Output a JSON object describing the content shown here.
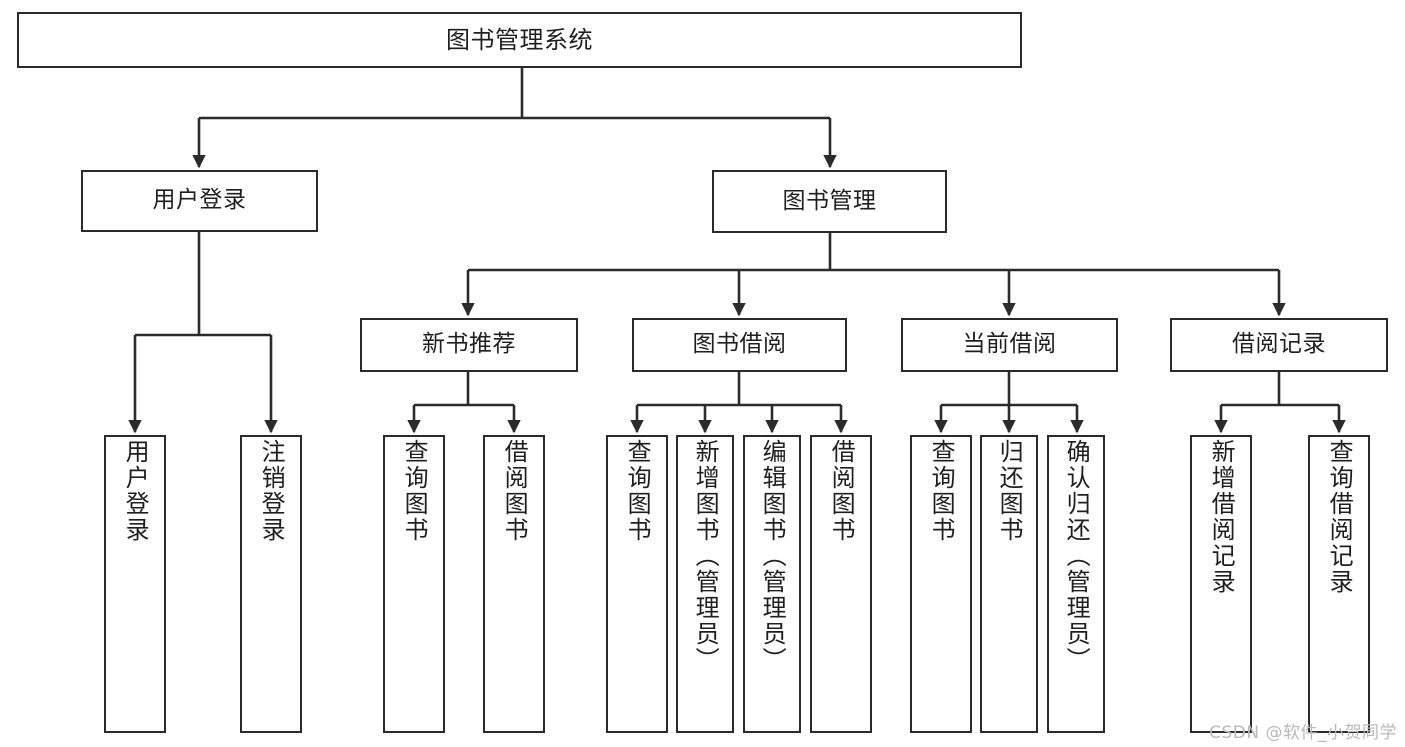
{
  "diagram": {
    "type": "tree",
    "title": "图书管理系统",
    "watermark": "CSDN @软件_小贺同学",
    "colors": {
      "stroke": "#2b2b2b",
      "fill": "#ffffff",
      "text": "#1f1f1f",
      "watermark": "#b9b9b9"
    },
    "nodes": {
      "root": {
        "label": "图书管理系统"
      },
      "level1": [
        {
          "id": "user-login",
          "label": "用户登录"
        },
        {
          "id": "book-manage",
          "label": "图书管理"
        }
      ],
      "level2": [
        {
          "id": "new-book-recommend",
          "label": "新书推荐"
        },
        {
          "id": "book-borrow",
          "label": "图书借阅"
        },
        {
          "id": "current-borrow",
          "label": "当前借阅"
        },
        {
          "id": "borrow-record",
          "label": "借阅记录"
        }
      ],
      "leaves": {
        "user-login": [
          {
            "id": "leaf-user-login",
            "label": "用户登录"
          },
          {
            "id": "leaf-user-logout",
            "label": "注销登录"
          }
        ],
        "new-book-recommend": [
          {
            "id": "leaf-query-book-1",
            "label": "查询图书"
          },
          {
            "id": "leaf-borrow-book-1",
            "label": "借阅图书"
          }
        ],
        "book-borrow": [
          {
            "id": "leaf-query-book-2",
            "label": "查询图书"
          },
          {
            "id": "leaf-add-book",
            "label": "新增图书（管理员）"
          },
          {
            "id": "leaf-edit-book",
            "label": "编辑图书（管理员）"
          },
          {
            "id": "leaf-borrow-book-2",
            "label": "借阅图书"
          }
        ],
        "current-borrow": [
          {
            "id": "leaf-query-book-3",
            "label": "查询图书"
          },
          {
            "id": "leaf-return-book",
            "label": "归还图书"
          },
          {
            "id": "leaf-confirm-return",
            "label": "确认归还（管理员）"
          }
        ],
        "borrow-record": [
          {
            "id": "leaf-add-record",
            "label": "新增借阅记录"
          },
          {
            "id": "leaf-query-record",
            "label": "查询借阅记录"
          }
        ]
      }
    }
  }
}
